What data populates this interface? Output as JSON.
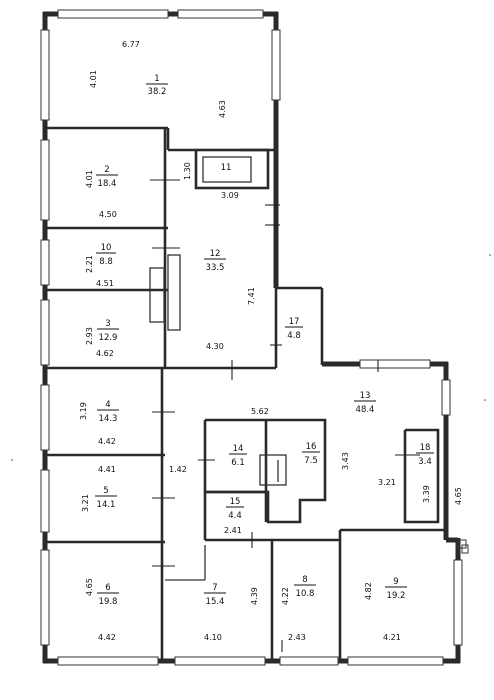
{
  "rooms": [
    {
      "id": "room-1",
      "number": "1",
      "area": "38.2"
    },
    {
      "id": "room-2",
      "number": "2",
      "area": "18.4"
    },
    {
      "id": "room-10",
      "number": "10",
      "area": "8.8"
    },
    {
      "id": "room-3",
      "number": "3",
      "area": "12.9"
    },
    {
      "id": "room-4",
      "number": "4",
      "area": "14.3"
    },
    {
      "id": "room-5",
      "number": "5",
      "area": "14.1"
    },
    {
      "id": "room-6",
      "number": "6",
      "area": "19.8"
    },
    {
      "id": "room-7",
      "number": "7",
      "area": "15.4"
    },
    {
      "id": "room-8",
      "number": "8",
      "area": "10.8"
    },
    {
      "id": "room-9",
      "number": "9",
      "area": "19.2"
    },
    {
      "id": "room-11",
      "number": "11",
      "area": ""
    },
    {
      "id": "room-12",
      "number": "12",
      "area": "33.5"
    },
    {
      "id": "room-13",
      "number": "13",
      "area": "48.4"
    },
    {
      "id": "room-14",
      "number": "14",
      "area": "6.1"
    },
    {
      "id": "room-15",
      "number": "15",
      "area": "4.4"
    },
    {
      "id": "room-16",
      "number": "16",
      "area": "7.5"
    },
    {
      "id": "room-17",
      "number": "17",
      "area": "4.8"
    },
    {
      "id": "room-18",
      "number": "18",
      "area": "3.4"
    }
  ],
  "dimensions": [
    "6.77",
    "4.01",
    "4.63",
    "1.30",
    "3.09",
    "4.01",
    "4.50",
    "2.21",
    "4.51",
    "7.41",
    "2.93",
    "4.62",
    "4.30",
    "3.19",
    "4.42",
    "5.62",
    "1.42",
    "3.43",
    "3.21",
    "3.39",
    "4.65",
    "4.41",
    "3.21",
    "2.41",
    "4.65",
    "4.39",
    "4.22",
    "4.82",
    "4.42",
    "4.10",
    "2.43",
    "4.21"
  ]
}
